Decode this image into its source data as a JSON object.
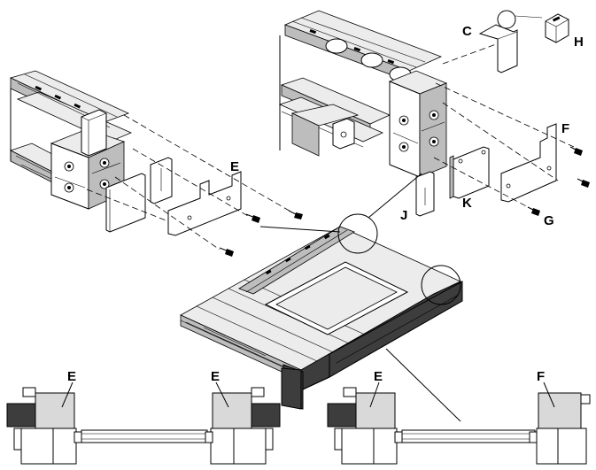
{
  "labels": {
    "C": "C",
    "H": "H",
    "F": "F",
    "E": "E",
    "J": "J",
    "K": "K",
    "G": "G",
    "bottom_left_E": "E",
    "bottom_mid_E": "E",
    "bottom_right_E": "E",
    "bottom_right_F": "F"
  }
}
